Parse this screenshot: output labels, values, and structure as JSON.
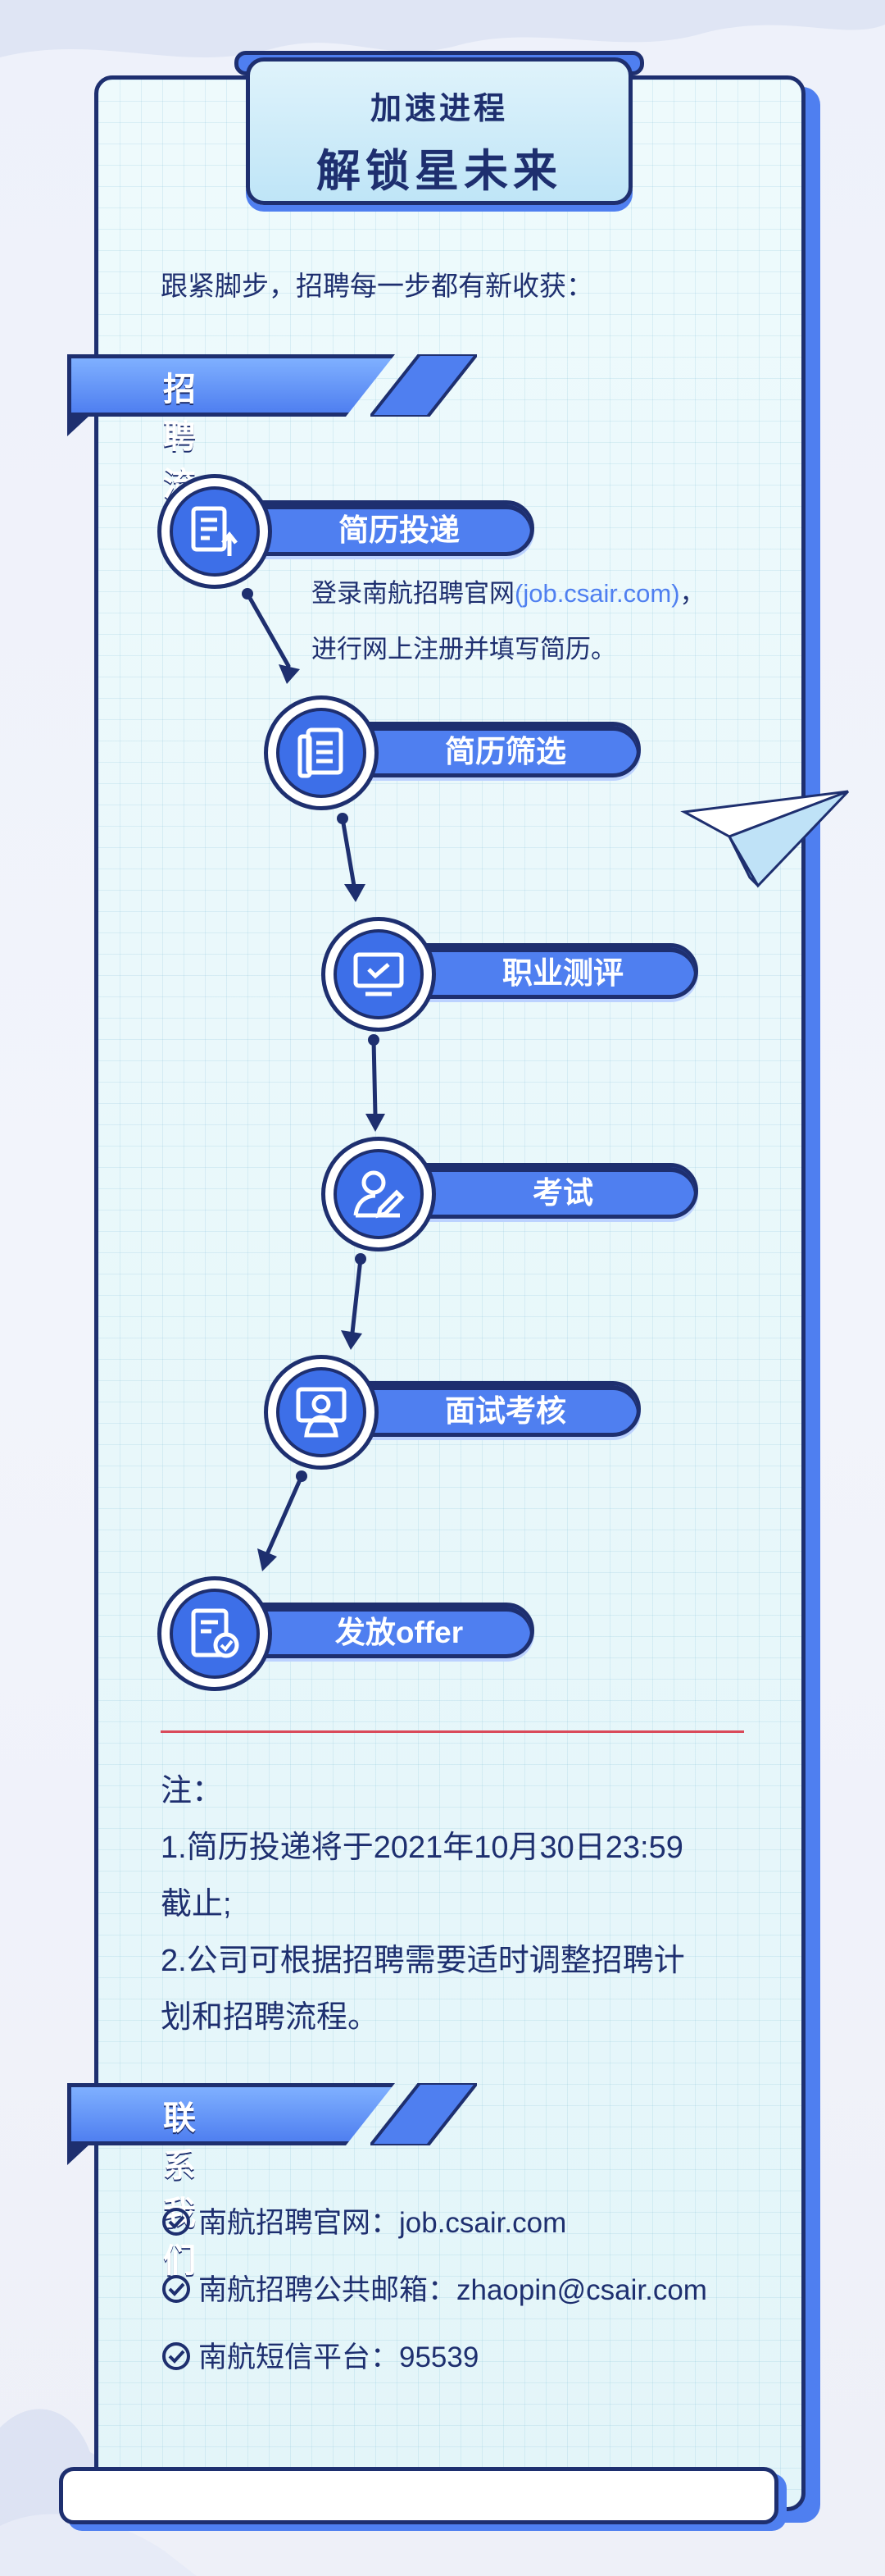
{
  "header": {
    "line1": "加速进程",
    "line2": "解锁星未来"
  },
  "intro": "跟紧脚步，招聘每一步都有新收获：",
  "process_section": {
    "title": "招聘流程"
  },
  "steps": [
    {
      "label": "简历投递",
      "icon": "resume-upload-icon"
    },
    {
      "label": "简历筛选",
      "icon": "document-list-icon"
    },
    {
      "label": "职业测评",
      "icon": "monitor-check-icon"
    },
    {
      "label": "考试",
      "icon": "person-pencil-icon"
    },
    {
      "label": "面试考核",
      "icon": "interview-person-icon"
    },
    {
      "label": "发放offer",
      "icon": "document-check-icon"
    }
  ],
  "step1_desc": {
    "line1_prefix": "登录南航招聘官网",
    "line1_link": "(job.csair.com)",
    "line1_suffix": "，",
    "line2": "进行网上注册并填写简历。"
  },
  "notes": {
    "title": "注：",
    "line1": "1.简历投递将于2021年10月30日23:59",
    "line2": "截止;",
    "line3": "2.公司可根据招聘需要适时调整招聘计",
    "line4": "划和招聘流程。"
  },
  "contact_section": {
    "title": "联系我们",
    "items": [
      "南航招聘官网：job.csair.com",
      "南航招聘公共邮箱：zhaopin@csair.com",
      "南航短信平台：95539"
    ]
  },
  "colors": {
    "navy": "#1e2f6f",
    "blue": "#4f7ff0",
    "panel": "#e8f8fb",
    "divider": "#d94a5a"
  }
}
